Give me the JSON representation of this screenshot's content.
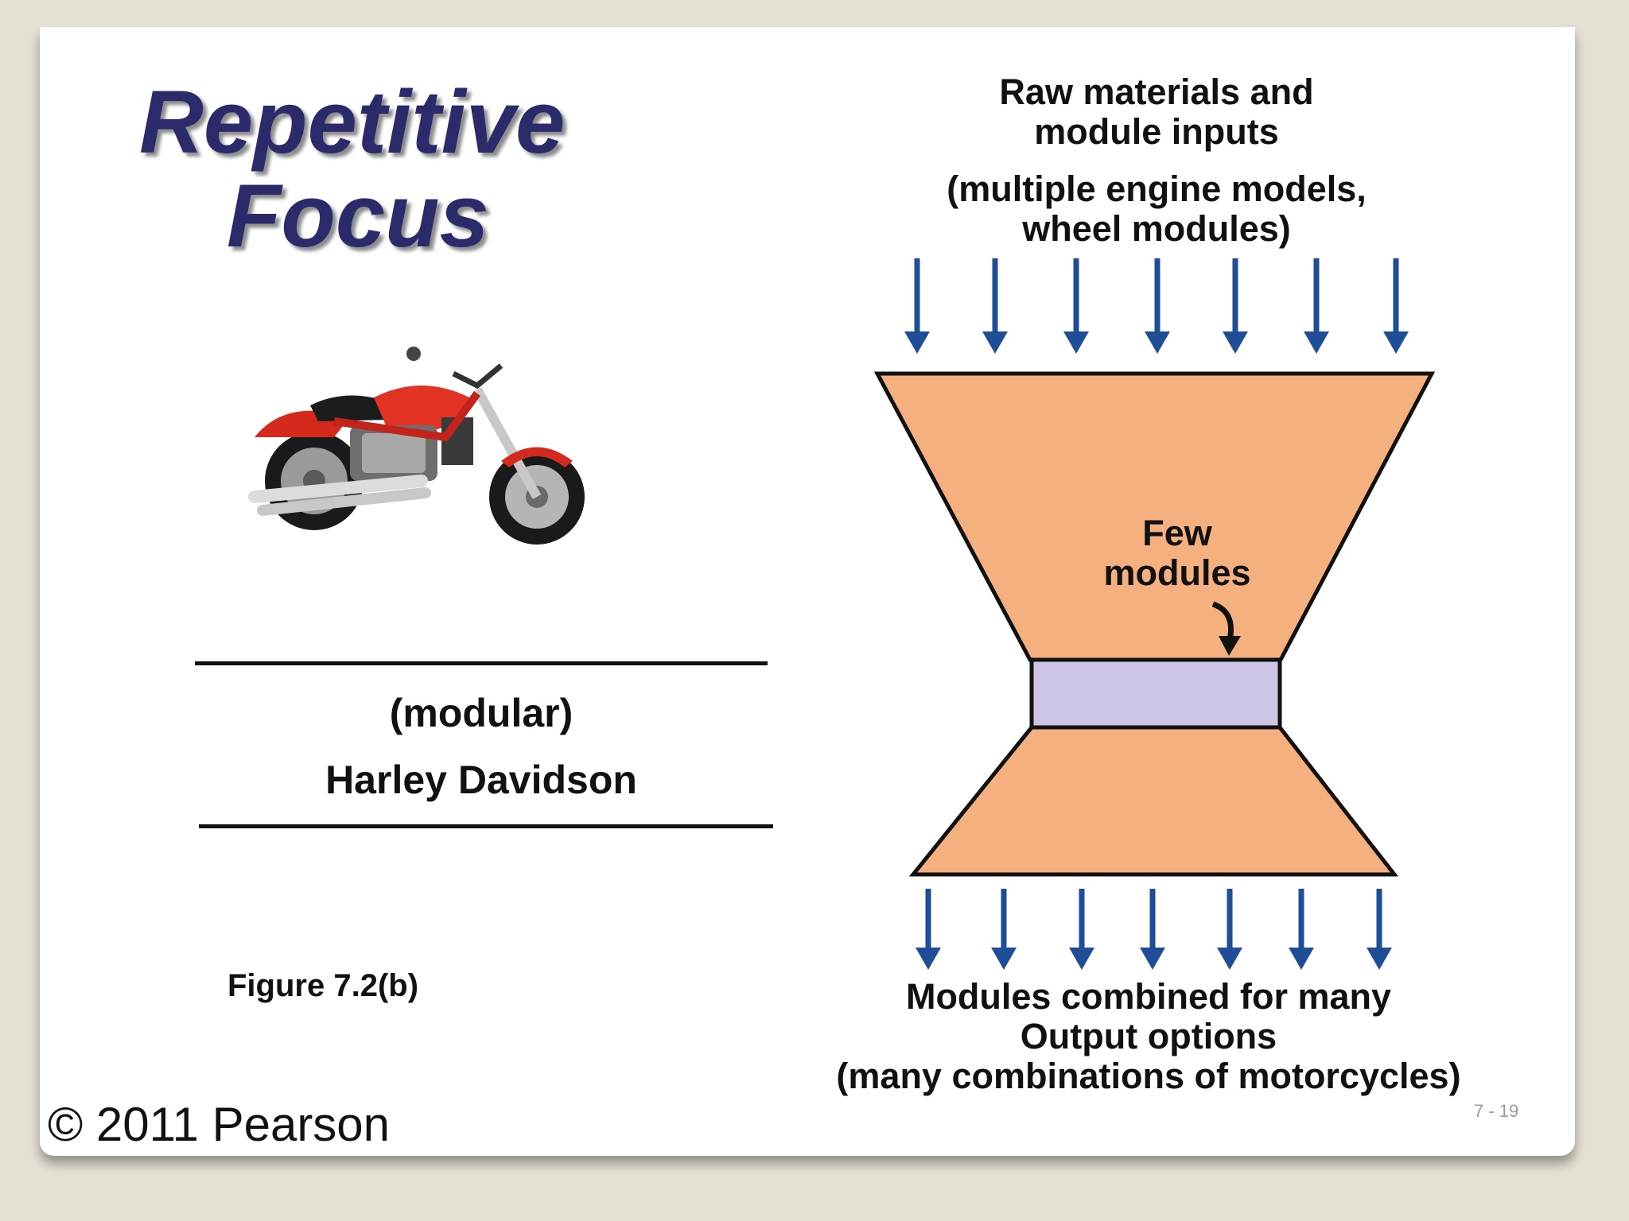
{
  "title": {
    "line1": "Repetitive",
    "line2": "Focus"
  },
  "left": {
    "subtitle_line1": "(modular)",
    "subtitle_line2": "Harley Davidson",
    "figure_label": "Figure 7.2(b)",
    "copyright": "© 2011 Pearson"
  },
  "diagram": {
    "top_label_line1": "Raw materials and",
    "top_label_line2": "module inputs",
    "top_label_line3": "(multiple engine models,",
    "top_label_line4": "wheel modules)",
    "middle_label_line1": "Few",
    "middle_label_line2": "modules",
    "bottom_label_line1": "Modules combined for many",
    "bottom_label_line2": "Output options",
    "bottom_label_line3": "(many combinations of motorcycles)",
    "input_arrow_count": 7,
    "output_arrow_count": 7,
    "colors": {
      "funnel": "#f5b07f",
      "module_box": "#cdc4e6",
      "arrow": "#1f4e96",
      "title": "#2b2a6b"
    }
  },
  "page_number": "7 - 19",
  "icons": {
    "motorcycle": "motorcycle-image"
  }
}
